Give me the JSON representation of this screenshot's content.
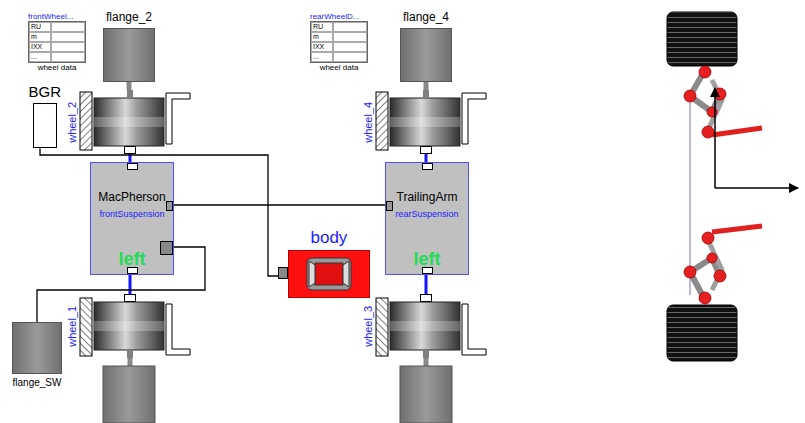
{
  "diagram": {
    "nodes": [
      {
        "text": [
          "flange_2"
        ]
      },
      {
        "text": [
          "flange_4"
        ]
      },
      {
        "text": [
          "BGR"
        ]
      },
      {
        "text": [
          "wheel_2"
        ]
      },
      {
        "text": [
          "wheel_4"
        ]
      },
      {
        "text": [
          "MacPherson",
          "frontSuspension",
          "left"
        ]
      },
      {
        "text": [
          "TrailingArm",
          "rearSuspension",
          "left"
        ]
      },
      {
        "text": [
          "body"
        ]
      },
      {
        "text": [
          "wheel_1"
        ]
      },
      {
        "text": [
          "wheel_3"
        ]
      },
      {
        "text": [
          "flange_SW"
        ]
      }
    ],
    "edges": [
      {
        "from": 0,
        "to": 3,
        "arrow": "none"
      },
      {
        "from": 1,
        "to": 4,
        "arrow": "none"
      },
      {
        "from": 3,
        "to": 5,
        "arrow": "none"
      },
      {
        "from": 4,
        "to": 6,
        "arrow": "none"
      },
      {
        "from": 5,
        "to": 8,
        "arrow": "none"
      },
      {
        "from": 6,
        "to": 9,
        "arrow": "none"
      },
      {
        "from": 5,
        "to": 6,
        "arrow": "none"
      },
      {
        "from": 2,
        "to": 7,
        "arrow": "none"
      },
      {
        "from": 5,
        "to": 10,
        "arrow": "none"
      }
    ],
    "labels": [
      "frontWheel...",
      "RU",
      "m",
      "IXX",
      "...",
      "wheel data",
      "rearWheelD...",
      "RU",
      "m",
      "IXX",
      "...",
      "wheel data"
    ]
  }
}
